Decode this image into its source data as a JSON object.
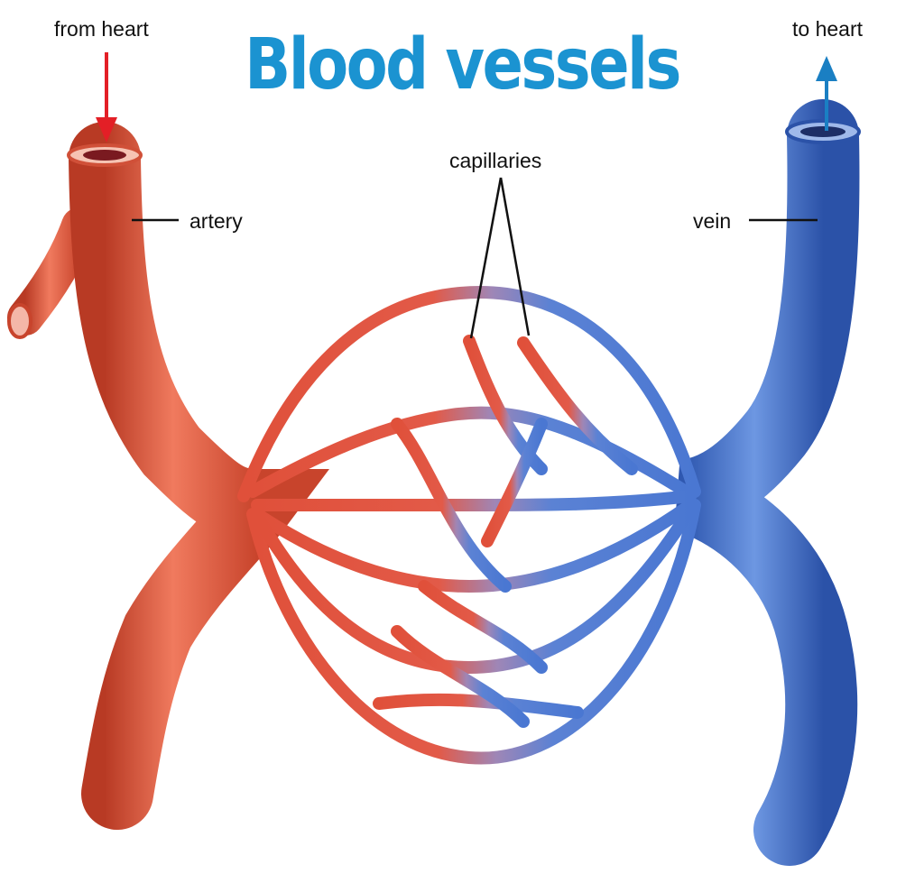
{
  "title": "Blood vessels",
  "labels": {
    "from_heart": "from heart",
    "to_heart": "to heart",
    "artery": "artery",
    "vein": "vein",
    "capillaries": "capillaries"
  },
  "colors": {
    "title": "#1b93d1",
    "artery": "#e2553a",
    "vein": "#3f73d0",
    "arrow_in": "#e31f26",
    "arrow_out": "#1a7fc3",
    "leader_line": "#111111"
  }
}
